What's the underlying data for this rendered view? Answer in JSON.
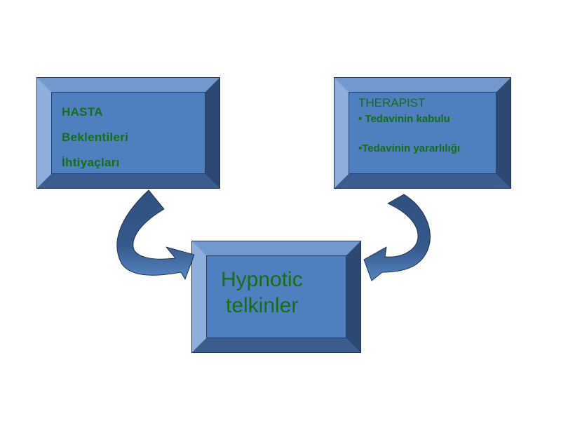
{
  "left_box": {
    "lines": [
      "HASTA",
      "Beklentileri",
      "İhtiyaçları"
    ]
  },
  "right_box": {
    "title": "THERAPIST",
    "items": [
      "• Tedavinin kabulu",
      "•Tedavinin yararlılığı"
    ]
  },
  "center_box": {
    "lines": [
      "Hypnotic",
      "telkinler"
    ]
  },
  "colors": {
    "text_green": "#166e16",
    "face": "#4f7fbe",
    "bevel_top": "#7199cf",
    "bevel_left": "#8eafdc",
    "bevel_right": "#2d4872",
    "bevel_bottom": "#3b5c8e",
    "arrow_dark": "#2f507f",
    "arrow_mid": "#36598b",
    "arrow_light": "#5585c3",
    "arrow_outline": "#1b2b45"
  }
}
